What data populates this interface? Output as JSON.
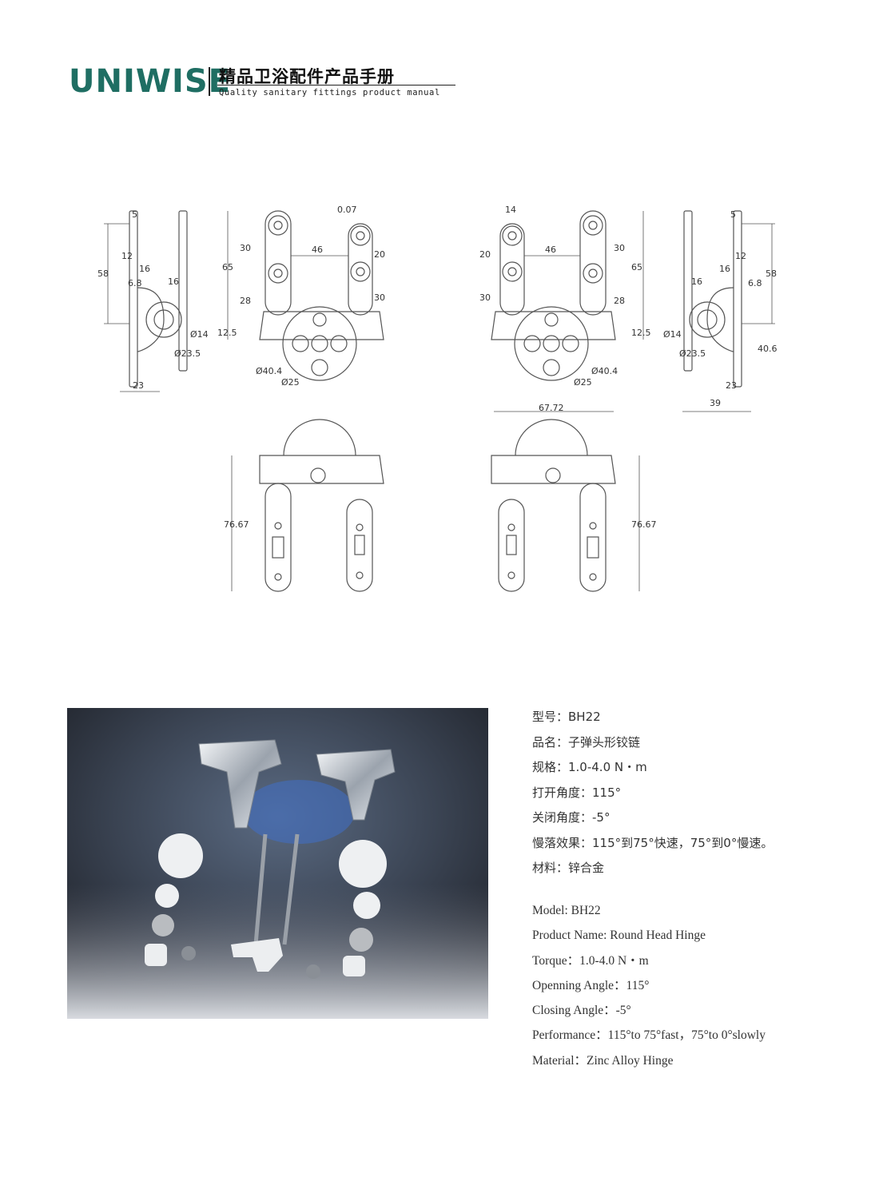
{
  "header": {
    "logo": "UNIWISE",
    "title_cn": "精品卫浴配件产品手册",
    "title_en": "Quality sanitary fittings product manual"
  },
  "drawing": {
    "dimensions": [
      "5",
      "58",
      "12",
      "16",
      "6.8",
      "16",
      "Ø14",
      "Ø23.5",
      "23",
      "0.07",
      "46",
      "30",
      "65",
      "28",
      "20",
      "30",
      "12.5",
      "Ø40.4",
      "Ø25",
      "14",
      "20",
      "46",
      "30",
      "65",
      "30",
      "28",
      "12.5",
      "Ø40.4",
      "Ø25",
      "5",
      "58",
      "12",
      "16",
      "16",
      "6.8",
      "Ø14",
      "Ø23.5",
      "40.6",
      "23",
      "39",
      "67.72",
      "76.67",
      "76.67"
    ]
  },
  "specs_cn": [
    "型号：BH22",
    "品名：子弹头形铰链",
    "规格：1.0-4.0 N・m",
    "打开角度：115°",
    "关闭角度：-5°",
    "慢落效果：115°到75°快速，75°到0°慢速。",
    "材料：锌合金"
  ],
  "specs_en": [
    "Model: BH22",
    "Product Name: Round Head Hinge",
    "Torque：1.0-4.0 N・m",
    "Openning Angle：115°",
    "Closing Angle：-5°",
    "Performance：115°to 75°fast，75°to 0°slowly",
    "Material：Zinc Alloy Hinge"
  ]
}
